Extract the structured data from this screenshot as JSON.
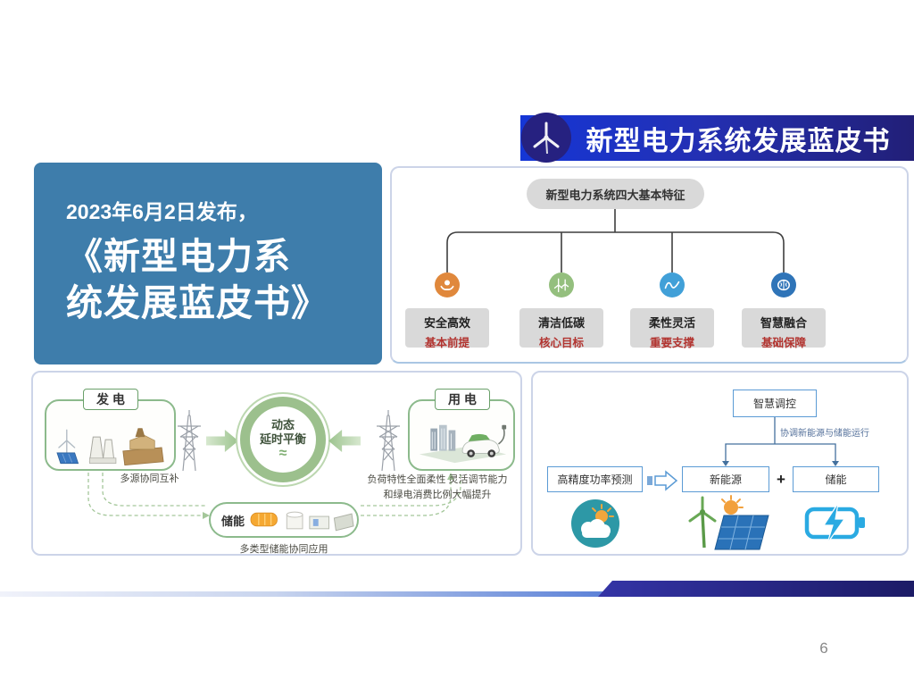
{
  "header": {
    "title": "新型电力系统发展蓝皮书"
  },
  "intro": {
    "date_line": "2023年6月2日发布，",
    "title_line1": "《新型电力系",
    "title_line2": "统发展蓝皮书》"
  },
  "features": {
    "root": "新型电力系统四大基本特征",
    "items": [
      {
        "title": "安全高效",
        "subtitle": "基本前提",
        "color": "#e0883c",
        "icon": "hands-holding-bulb"
      },
      {
        "title": "清洁低碳",
        "subtitle": "核心目标",
        "color": "#94bf7e",
        "icon": "wind-turbines"
      },
      {
        "title": "柔性灵活",
        "subtitle": "重要支撑",
        "color": "#41a0d8",
        "icon": "sine-wave"
      },
      {
        "title": "智慧融合",
        "subtitle": "基础保障",
        "color": "#2f74b8",
        "icon": "brain"
      }
    ]
  },
  "balance": {
    "generation_label": "发 电",
    "generation_caption": "多源协同互补",
    "center_line1": "动态",
    "center_line2": "延时平衡",
    "center_symbol": "≈",
    "consumption_label": "用 电",
    "consumption_caption1": "负荷特性全面柔性 灵活调节能力",
    "consumption_caption2": "和绿电消费比例大幅提升",
    "storage_label": "储能",
    "storage_caption": "多类型储能协同应用"
  },
  "smart": {
    "control_box": "智慧调控",
    "note": "协调新能源与储能运行",
    "forecast_box": "高精度功率预测",
    "newenergy_box": "新能源",
    "plus": "+",
    "storage_box": "储能"
  },
  "footer": {
    "page_number": "6"
  },
  "colors": {
    "banner_gradient_start": "#1536d6",
    "banner_gradient_end": "#221f77",
    "intro_box": "#3e7dab",
    "diagram_green": "#8cba8c",
    "subtitle_red": "#b23430",
    "smart_blue_border": "#5b9bd5",
    "battery_blue": "#2aaae2",
    "weather_teal": "#2d98a6"
  }
}
